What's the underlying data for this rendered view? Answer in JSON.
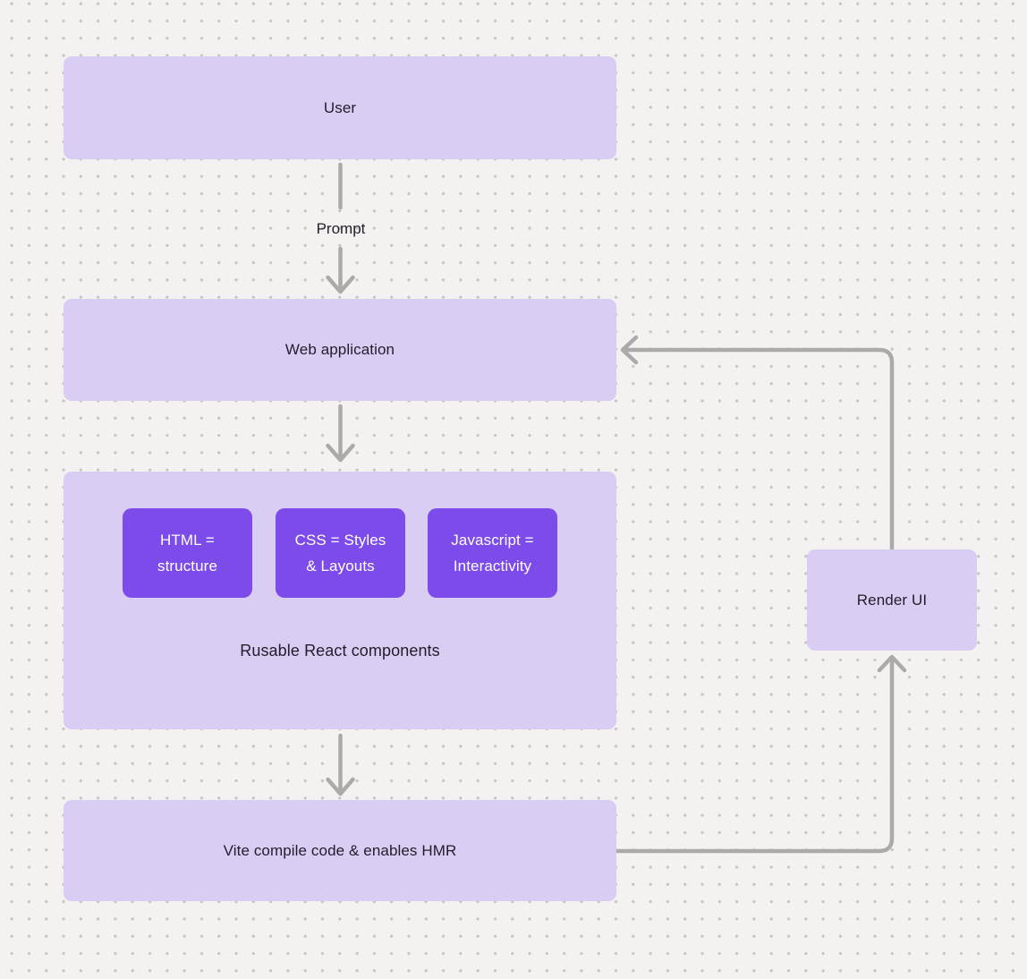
{
  "canvas": {
    "bg": "#F4F2F1",
    "dot_color": "#C6C4C2",
    "node_fill": "#D9CDF4",
    "chip_fill": "#7C4BEA",
    "chip_text": "#FFFFFF",
    "text_color": "#211E29",
    "arrow_color": "#ACAAA8"
  },
  "nodes": {
    "user": {
      "label": "User"
    },
    "web_application": {
      "label": "Web application"
    },
    "components": {
      "label": "Rusable React components",
      "children": [
        {
          "name": "html",
          "lines": [
            "HTML =",
            "structure"
          ]
        },
        {
          "name": "css",
          "lines": [
            "CSS = Styles",
            "& Layouts"
          ]
        },
        {
          "name": "javascript",
          "lines": [
            "Javascript =",
            "Interactivity"
          ]
        }
      ]
    },
    "vite": {
      "label": "Vite compile code & enables HMR"
    },
    "render_ui": {
      "label": "Render UI"
    }
  },
  "edges": {
    "prompt_label": "Prompt"
  }
}
